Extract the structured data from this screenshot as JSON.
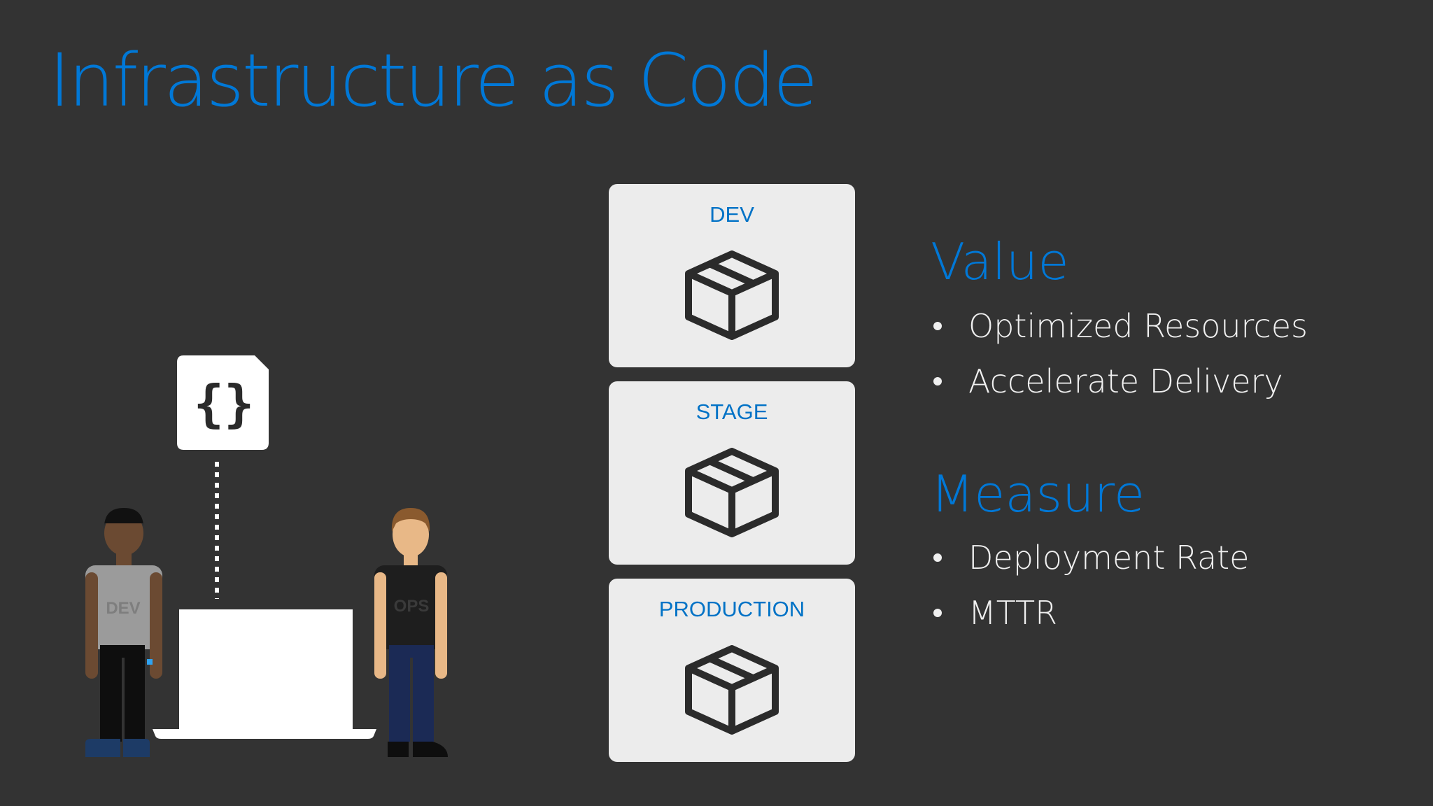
{
  "slide": {
    "title": "Infrastructure as Code"
  },
  "environments": [
    {
      "label": "DEV",
      "icon": "package-icon"
    },
    {
      "label": "STAGE",
      "icon": "package-icon"
    },
    {
      "label": "PRODUCTION",
      "icon": "package-icon"
    }
  ],
  "value": {
    "heading": "Value",
    "items": [
      "Optimized Resources",
      "Accelerate Delivery"
    ]
  },
  "measure": {
    "heading": "Measure",
    "items": [
      "Deployment Rate",
      "MTTR"
    ]
  },
  "illustration": {
    "dev_shirt": "DEV",
    "ops_shirt": "OPS",
    "code_icon": "curly-braces-icon"
  },
  "colors": {
    "background": "#333333",
    "accent_blue": "#0078d7",
    "card": "#ececec",
    "text": "#f0f0f0"
  }
}
